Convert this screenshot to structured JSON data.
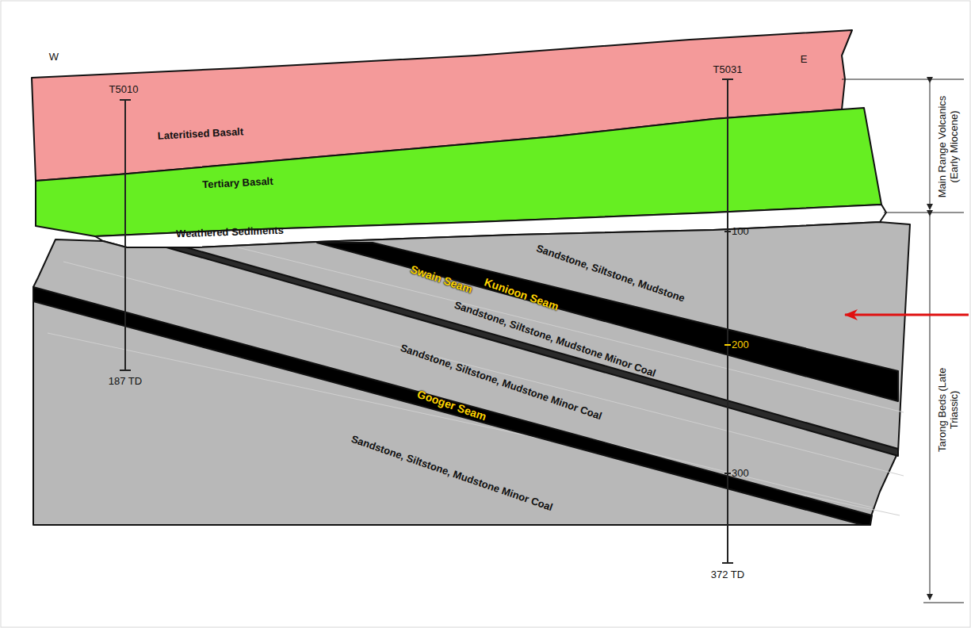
{
  "diagram": {
    "nodes": [
      {
        "text": [
          "Lateritised Basalt"
        ]
      },
      {
        "text": [
          "Tertiary Basalt"
        ]
      },
      {
        "text": [
          "Weathered Sediments"
        ]
      },
      {
        "text": [
          "Sandstone, Siltstone, Mudstone",
          "Sandstone, Siltstone, Mudstone Minor Coal",
          "Sandstone, Siltstone, Mudstone Minor Coal",
          "Sandstone, Siltstone, Mudstone Minor Coal"
        ]
      },
      {
        "text": [
          "Kunioon Seam"
        ],
        "in": 3
      },
      {
        "text": [
          "Swain Seam"
        ],
        "in": 3
      },
      {
        "text": [
          "Googer Seam"
        ],
        "in": 3
      }
    ],
    "labels": [
      "W",
      "T5010",
      "T5031",
      "E",
      "100",
      "200",
      "300",
      "187 TD",
      "372 TD",
      "Main Range Volcanics (Early Miocene)",
      "Tarong Beds (Late Triassic)"
    ]
  }
}
